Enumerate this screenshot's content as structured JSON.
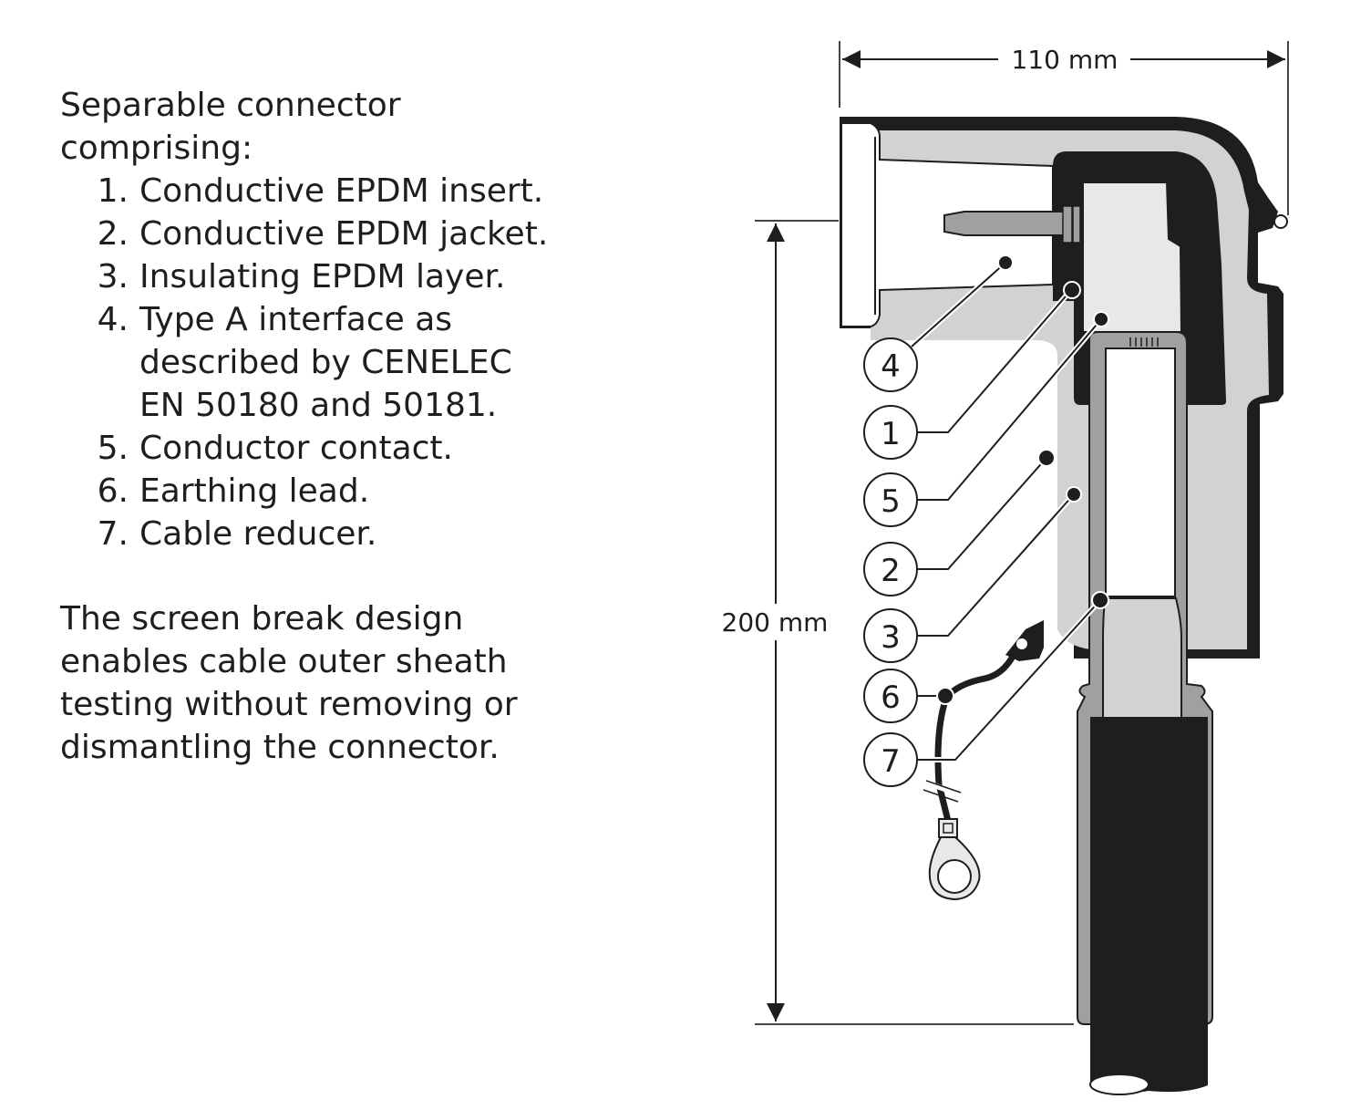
{
  "intro": {
    "line1": "Separable connector",
    "line2": "comprising:"
  },
  "parts": [
    {
      "number": "1.",
      "text": "Conductive EPDM insert."
    },
    {
      "number": "2.",
      "text": "Conductive EPDM jacket."
    },
    {
      "number": "3.",
      "text": "Insulating EPDM layer."
    },
    {
      "number": "4.",
      "text": "Type A interface as\ndescribed by CENELEC\nEN 50180 and 50181."
    },
    {
      "number": "5.",
      "text": "Conductor contact."
    },
    {
      "number": "6.",
      "text": "Earthing lead."
    },
    {
      "number": "7.",
      "text": "Cable reducer."
    }
  ],
  "note": {
    "lines": [
      "The screen break design",
      "enables cable outer sheath",
      "testing without removing or",
      "dismantling the connector."
    ]
  },
  "dimensions": {
    "width_label": "110 mm",
    "height_label": "200 mm"
  },
  "callouts": [
    "4",
    "1",
    "5",
    "2",
    "3",
    "6",
    "7"
  ],
  "colors": {
    "black": "#1e1e1e",
    "light_gray": "#d2d2d2",
    "mid_gray": "#a0a0a0",
    "pale_gray": "#e8e8e8",
    "white": "#ffffff"
  }
}
